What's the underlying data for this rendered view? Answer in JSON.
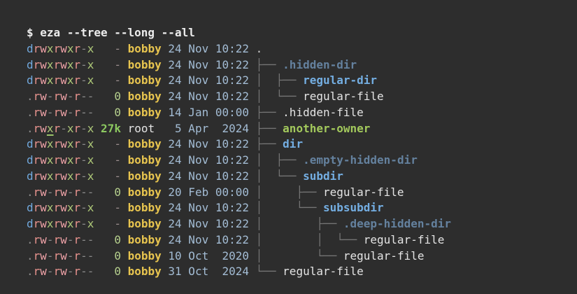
{
  "terminal": {
    "prompt": "$",
    "command": "eza --tree --long --all",
    "rows": [
      {
        "perms": "drwxrwxr-x",
        "size": "-",
        "owner": "bobby",
        "date": "24 Nov 10:22",
        "tree": "",
        "name": ".",
        "type": "root"
      },
      {
        "perms": "drwxrwxr-x",
        "size": "-",
        "owner": "bobby",
        "date": "24 Nov 10:22",
        "tree": "├── ",
        "name": ".hidden-dir",
        "type": "hidden-dir"
      },
      {
        "perms": "drwxrwxr-x",
        "size": "-",
        "owner": "bobby",
        "date": "24 Nov 10:22",
        "tree": "│  ├── ",
        "name": "regular-dir",
        "type": "dir"
      },
      {
        "perms": ".rw-rw-r--",
        "size": "0",
        "owner": "bobby",
        "date": "24 Nov 10:22",
        "tree": "│  └── ",
        "name": "regular-file",
        "type": "file"
      },
      {
        "perms": ".rw-rw-r--",
        "size": "0",
        "owner": "bobby",
        "date": "14 Jan 00:00",
        "tree": "├── ",
        "name": ".hidden-file",
        "type": "file"
      },
      {
        "perms": ".rwxr-xr-x",
        "underline": 3,
        "size": "27k",
        "owner": "root",
        "date": " 5 Apr  2024",
        "tree": "├── ",
        "name": "another-owner",
        "type": "other-owner"
      },
      {
        "perms": "drwxrwxr-x",
        "size": "-",
        "owner": "bobby",
        "date": "24 Nov 10:22",
        "tree": "├── ",
        "name": "dir",
        "type": "dir"
      },
      {
        "perms": "drwxrwxr-x",
        "size": "-",
        "owner": "bobby",
        "date": "24 Nov 10:22",
        "tree": "│  ├── ",
        "name": ".empty-hidden-dir",
        "type": "hidden-dir"
      },
      {
        "perms": "drwxrwxr-x",
        "size": "-",
        "owner": "bobby",
        "date": "24 Nov 10:22",
        "tree": "│  └── ",
        "name": "subdir",
        "type": "dir"
      },
      {
        "perms": ".rw-rw-r--",
        "size": "0",
        "owner": "bobby",
        "date": "20 Feb 00:00",
        "tree": "│     ├── ",
        "name": "regular-file",
        "type": "file"
      },
      {
        "perms": "drwxrwxr-x",
        "size": "-",
        "owner": "bobby",
        "date": "24 Nov 10:22",
        "tree": "│     └── ",
        "name": "subsubdir",
        "type": "dir"
      },
      {
        "perms": "drwxrwxr-x",
        "size": "-",
        "owner": "bobby",
        "date": "24 Nov 10:22",
        "tree": "│        ├── ",
        "name": ".deep-hidden-dir",
        "type": "hidden-dir"
      },
      {
        "perms": ".rw-rw-r--",
        "size": "0",
        "owner": "bobby",
        "date": "24 Nov 10:22",
        "tree": "│        │  └── ",
        "name": "regular-file",
        "type": "file"
      },
      {
        "perms": ".rw-rw-r--",
        "size": "0",
        "owner": "bobby",
        "date": "10 Oct  2020",
        "tree": "│        └── ",
        "name": "regular-file",
        "type": "file"
      },
      {
        "perms": ".rw-rw-r--",
        "size": "0",
        "owner": "bobby",
        "date": "31 Oct  2024",
        "tree": "└── ",
        "name": "regular-file",
        "type": "file"
      }
    ],
    "palette": {
      "background": "#2d2d2d",
      "dir_bit_blue": "#72aadf",
      "read_salmon": "#e8938e",
      "write_pink": "#eda1a6",
      "exec_olive": "#aec878",
      "punct_gray": "#8a8a8a",
      "size_green": "#8cc860",
      "owner_yellow": "#e7c44f",
      "date_blue_gray": "#a3bcd4",
      "tree_gray": "#757575",
      "dir_name_blue": "#74aee2",
      "hidden_dir_muted_blue": "#64819e",
      "file_white": "#e4e4e4",
      "other_owner_green": "#a3c95c"
    }
  }
}
